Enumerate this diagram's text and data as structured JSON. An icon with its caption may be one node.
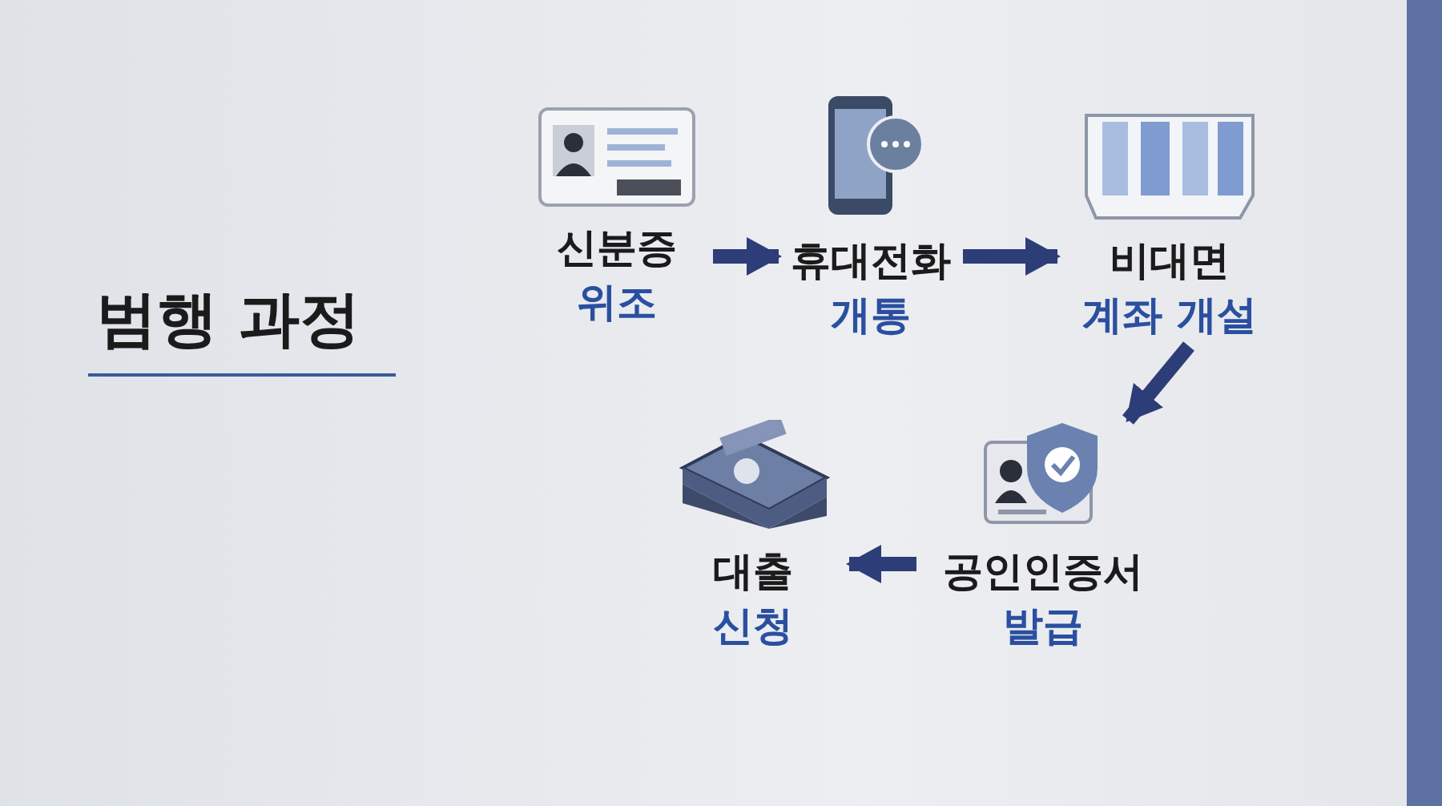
{
  "diagram": {
    "title": "범행 과정",
    "nodes": [
      {
        "text": [
          "신분증",
          "위조"
        ]
      },
      {
        "text": [
          "휴대전화",
          "개통"
        ]
      },
      {
        "text": [
          "비대면",
          "계좌 개설"
        ]
      },
      {
        "text": [
          "공인인증서",
          "발급"
        ]
      },
      {
        "text": [
          "대출",
          "신청"
        ]
      }
    ],
    "edges": [
      {
        "from": 0,
        "to": 1,
        "arrow": "to"
      },
      {
        "from": 1,
        "to": 2,
        "arrow": "to"
      },
      {
        "from": 2,
        "to": 3,
        "arrow": "to"
      },
      {
        "from": 3,
        "to": 4,
        "arrow": "to"
      }
    ]
  }
}
